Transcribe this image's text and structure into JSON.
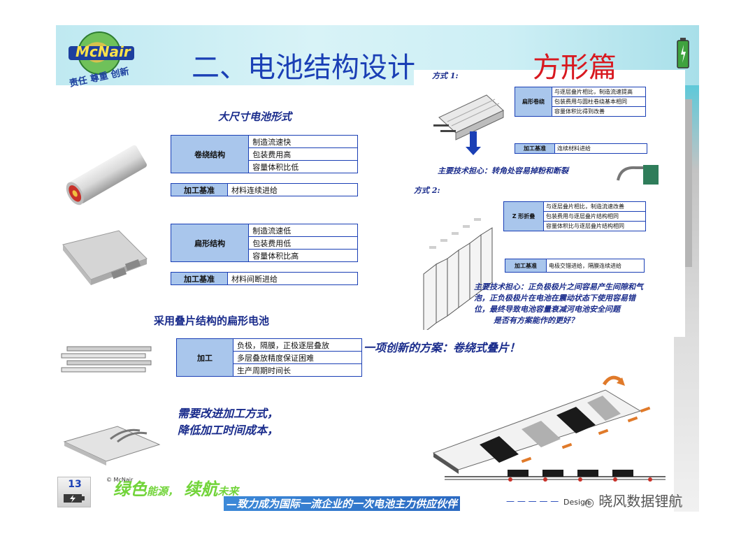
{
  "title": "二、电池结构设计",
  "title_highlight": "方形篇",
  "logo": {
    "brand": "McNair",
    "motto": "责任 尊重 创新"
  },
  "left": {
    "large_cell_heading": "大尺寸电池形式",
    "winding": {
      "head": "卷绕结构",
      "rows": [
        "制造流速快",
        "包装费用高",
        "容量体积比低"
      ],
      "process_head": "加工基准",
      "process_value": "材料连续进给"
    },
    "prismatic": {
      "head": "扁形结构",
      "rows": [
        "制造流速低",
        "包装费用低",
        "容量体积比高"
      ],
      "process_head": "加工基准",
      "process_value": "材料间断进给"
    },
    "stacked_heading": "采用叠片结构的扁形电池",
    "stacked": {
      "head": "加工",
      "rows": [
        "负极，隔膜，正极逐层叠放",
        "多层叠放精度保证困难",
        "生产周期时间长"
      ]
    },
    "improve_note_1": "需要改进加工方式，",
    "improve_note_2": "降低加工时间成本，"
  },
  "right": {
    "method1_label": "方式 1:",
    "method1": {
      "head": "扁形卷绕",
      "rows": [
        "与逐层叠片相比，制造流速提高",
        "包装费用与圆柱卷绕基本相同",
        "容量体积比得到改善"
      ],
      "process_head": "加工基准",
      "process_value": "连续材料进给"
    },
    "method1_concern": "主要技术担心：转角处容易掉粉和断裂",
    "method2_label": "方式 2:",
    "method2": {
      "head": "Z 形折叠",
      "rows": [
        "与逐层叠片相比，制造流速改善",
        "包装费用与逐层叠片结构相同",
        "容量体积比与逐层叠片结构相同"
      ],
      "process_head": "加工基准",
      "process_value": "电极交错进给，隔膜连续进给"
    },
    "method2_concern_1": "主要技术担心：正负极极片之间容易产生间隙和气",
    "method2_concern_2": "泡，正负极极片在电池在震动状态下使用容易错",
    "method2_concern_3": "位，最终导致电池容量衰减河电池安全问题",
    "method2_concern_4": "是否有方案能作的更好？",
    "innovation": "一项创新的方案：卷绕式叠片！"
  },
  "footer": {
    "page_number": "13",
    "copyright": "© McNair",
    "slogan_green_1": "绿色",
    "slogan_green_2": "能源，",
    "slogan_green_3": "续航",
    "slogan_green_4": "未来",
    "slogan_blue": "—致力成为国际一流企业的一次电池主力供应伙伴",
    "design_text": "Design",
    "watermark": "晓风数据锂航"
  },
  "colors": {
    "title_blue": "#1a3fb5",
    "title_red": "#d8181f",
    "table_head": "#a9c6ec",
    "slogan_green": "#72d43a"
  }
}
